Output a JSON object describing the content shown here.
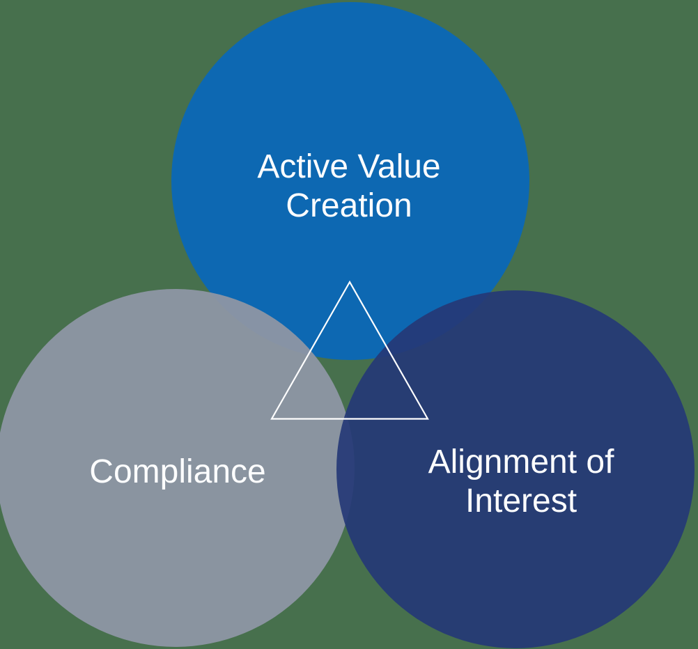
{
  "background_color": "#47704D",
  "text_color": "#FCFDFE",
  "diagram": {
    "type": "venn-3-circles-with-center-triangle",
    "circles": {
      "top": {
        "label": "Active Value Creation",
        "label_lines": {
          "line1": "Active Value",
          "line2": "Creation"
        },
        "color": "#0D68B2"
      },
      "left": {
        "label": "Compliance",
        "label_lines": {
          "line1": "Compliance"
        },
        "color": "#8E96A4"
      },
      "right": {
        "label": "Alignment of Interest",
        "label_lines": {
          "line1": "Alignment of",
          "line2": "Interest"
        },
        "color": "#253876"
      }
    },
    "center_shape": {
      "type": "triangle-outline",
      "stroke_color": "#FFFFFF"
    }
  }
}
